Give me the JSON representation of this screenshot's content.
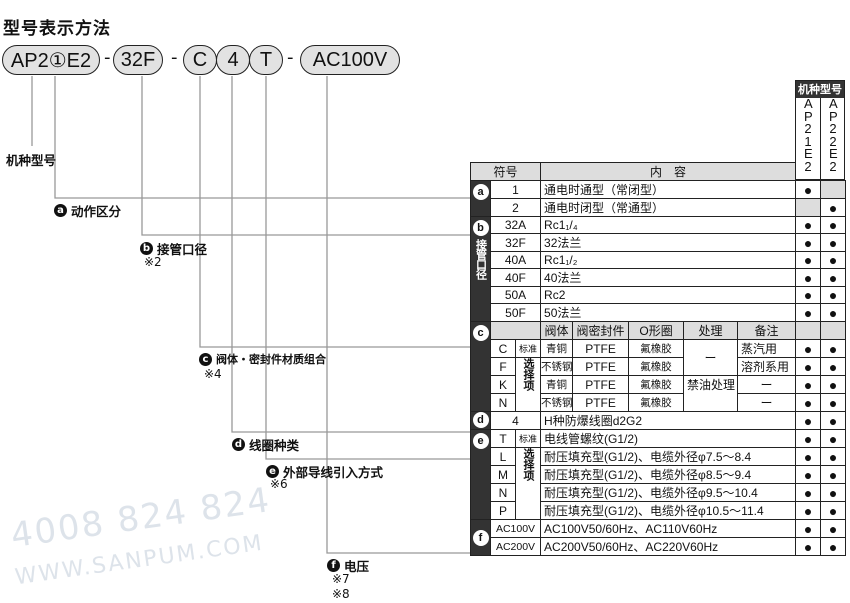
{
  "title": "型号表示方法",
  "code": {
    "p1": "AP2①E2",
    "p2": "32F",
    "p3": "C",
    "p4": "4",
    "p5": "T",
    "p6": "AC100V",
    "dash": "-"
  },
  "labels": {
    "model": "机种型号",
    "a": {
      "badge": "a",
      "text": "动作区分"
    },
    "b": {
      "badge": "b",
      "text": "接管口径",
      "note": "※2"
    },
    "c": {
      "badge": "c",
      "text": "阀体・密封件材质组合",
      "note": "※4"
    },
    "d": {
      "badge": "d",
      "text": "线圈种类"
    },
    "e": {
      "badge": "e",
      "text": "外部导线引入方式",
      "note": "※6"
    },
    "f": {
      "badge": "f",
      "text": "电压",
      "note1": "※7",
      "note2": "※8"
    }
  },
  "watermark": {
    "line1": "4008 824 824",
    "line2": "WWW.SANPUM.COM"
  },
  "table": {
    "model_header": "机种型号",
    "models": [
      "AP21E2",
      "AP22E2"
    ],
    "header": {
      "symbol": "符号",
      "content": "内　容"
    },
    "dot": "●",
    "a": {
      "badge": "a",
      "rows": [
        {
          "code": "1",
          "text": "通电时通型（常闭型）"
        },
        {
          "code": "2",
          "text": "通电时闭型（常通型）"
        }
      ]
    },
    "b": {
      "badge": "b",
      "vlabel": "接管口径",
      "rows": [
        {
          "code": "32A",
          "text": "Rc1₁/₄"
        },
        {
          "code": "32F",
          "text": "32法兰"
        },
        {
          "code": "40A",
          "text": "Rc1₁/₂"
        },
        {
          "code": "40F",
          "text": "40法兰"
        },
        {
          "code": "50A",
          "text": "Rc2"
        },
        {
          "code": "50F",
          "text": "50法兰"
        }
      ]
    },
    "c": {
      "badge": "c",
      "cols": [
        "阀体",
        "阀密封件",
        "O形圈",
        "处理",
        "备注"
      ],
      "std": "标准",
      "sel": "选择项",
      "rows": [
        {
          "code": "C",
          "body": "青铜",
          "seal": "PTFE",
          "oring": "氟橡胶",
          "note": "蒸汽用"
        },
        {
          "code": "F",
          "body": "不锈钢",
          "seal": "PTFE",
          "oring": "氟橡胶",
          "note": "溶剂系用"
        },
        {
          "code": "K",
          "body": "青铜",
          "seal": "PTFE",
          "oring": "氟橡胶",
          "note": "ー"
        },
        {
          "code": "N",
          "body": "不锈钢",
          "seal": "PTFE",
          "oring": "氟橡胶",
          "note": "ー"
        }
      ],
      "treat1": "ー",
      "treat2": "禁油处理"
    },
    "d": {
      "badge": "d",
      "code": "4",
      "text": "H种防爆线圈d2G2"
    },
    "e": {
      "badge": "e",
      "std": "标准",
      "sel": "选择项",
      "rows": [
        {
          "code": "T",
          "text": "电线管螺纹(G1/2)"
        },
        {
          "code": "L",
          "text": "耐压填充型(G1/2)、电缆外径φ7.5～8.4"
        },
        {
          "code": "M",
          "text": "耐压填充型(G1/2)、电缆外径φ8.5～9.4"
        },
        {
          "code": "N",
          "text": "耐压填充型(G1/2)、电缆外径φ9.5～10.4"
        },
        {
          "code": "P",
          "text": "耐压填充型(G1/2)、电缆外径φ10.5～11.4"
        }
      ]
    },
    "f": {
      "badge": "f",
      "rows": [
        {
          "code": "AC100V",
          "text": "AC100V50/60Hz、AC110V60Hz"
        },
        {
          "code": "AC200V",
          "text": "AC200V50/60Hz、AC220V60Hz"
        }
      ]
    }
  }
}
